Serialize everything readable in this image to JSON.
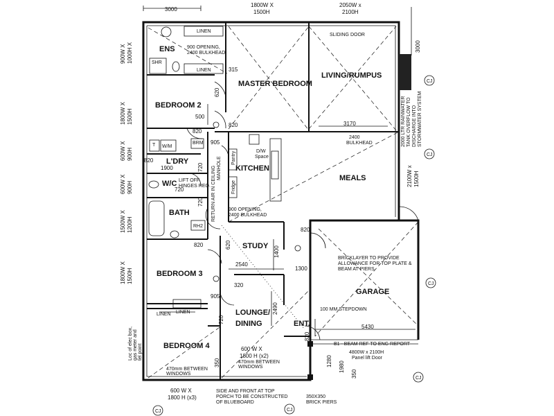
{
  "rooms": {
    "ensuite": "ENS",
    "master": "MASTER BEDROOM",
    "living": "LIVING/RUMPUS",
    "bed2": "BEDROOM 2",
    "laundry": "L'DRY",
    "wc": "W/C",
    "kitchen": "KITCHEN",
    "meals": "MEALS",
    "bath": "BATH",
    "study": "STUDY",
    "garage": "GARAGE",
    "bed3": "BEDROOM 3",
    "lounge1": "LOUNGE/",
    "lounge2": "DINING",
    "entry": "ENT.",
    "bed4": "BEDROOM 4"
  },
  "fixtures": {
    "linen": "LINEN",
    "shr": "SHR",
    "wm": "W/M",
    "trough": "T",
    "brm": "BRM",
    "dw1": "D/W",
    "dw2": "Space",
    "pantry": "Pantry",
    "manhole": "MANHOLE",
    "fridge": "Fridge",
    "rh2": "RH2",
    "return_air": "RETURN AIR IN CEILING"
  },
  "notes": {
    "opening1a": "900 OPENING,",
    "opening1b": "2400 BULKHEAD",
    "sliding_door": "SLIDING DOOR",
    "bulkhead_a": "2400",
    "bulkhead_b": "BULKHEAD",
    "liftoff_a": "LIFT OFF",
    "liftoff_b": "HINGES REQ.",
    "opening2a": "900 OPENING,",
    "opening2b": "2400 BULKHEAD",
    "bricklayer_a": "BRICKLAYER TO PROVIDE",
    "bricklayer_b": "ALLOWANCE FOR TOP PLATE &",
    "bricklayer_c": "BEAM AT PIERS",
    "stepdown": "100 MM STEPDOWN",
    "beam": "B1 - BEAM REF TO ENG REPORT",
    "garage_door_a": "4800W x 2100H",
    "garage_door_b": "Panel lift Door",
    "win_between_a": "470mm BETWEEN",
    "win_between_b": "WINDOWS",
    "win_between_c": "470mm BETWEEN",
    "win_between_d": "WINDOWS",
    "porch_a": "SIDE AND FRONT AT TOP",
    "porch_b": "PORCH TO BE CONSTRUCTED",
    "porch_c": "OF BLUEBOARD",
    "piers_a": "350X350",
    "piers_b": "BRICK PIERS",
    "tank_a": "2000 LTR RAINWATER",
    "tank_b": "TANK OVERFLOW TO",
    "tank_c": "DISCHARGE INTO",
    "tank_d": "STORMWATER SYSTEM",
    "elec_a": "Loc of elec box,",
    "elec_b": "gas meter and",
    "elec_c": "tel point"
  },
  "dimensions": {
    "top_3000": "3000",
    "win_top1a": "1800W X",
    "win_top1b": "1500H",
    "win_top2a": "2050W x",
    "win_top2b": "2100H",
    "right_3000": "3000",
    "d315": "315",
    "d500": "500",
    "d820a": "820",
    "d820b": "820",
    "d905a": "905",
    "d3170": "3170",
    "d820c": "820",
    "d1900": "1900",
    "d720a": "720",
    "d720b": "720",
    "d720c": "720",
    "d820d": "820",
    "d820e": "820",
    "d2540": "2540",
    "d1400": "1400",
    "d1300": "1300",
    "d320": "320",
    "d905b": "905",
    "d2490": "2490",
    "d720d": "720",
    "d5430": "5430",
    "d620a": "620",
    "d620b": "620",
    "d820f": "820",
    "d1280": "1280",
    "d1980": "1980",
    "d350a": "350",
    "d350b": "350",
    "win_l1a": "900W X",
    "win_l1b": "1000H X",
    "win_l2a": "1800W X",
    "win_l2b": "1500H",
    "win_l3a": "600W X",
    "win_l3b": "900H",
    "win_l4a": "600W X",
    "win_l4b": "900H",
    "win_l5a": "1500W X",
    "win_l5b": "1200H",
    "win_l6a": "1800W X",
    "win_l6b": "1500H",
    "win_r1a": "2100W x",
    "win_r1b": "1500H",
    "win_lounge_a": "600 W X",
    "win_lounge_b": "1800 H (x2)",
    "win_bed4_a": "600 W X",
    "win_bed4_b": "1800 H (x3)"
  },
  "markers": {
    "cj": "CJ"
  }
}
